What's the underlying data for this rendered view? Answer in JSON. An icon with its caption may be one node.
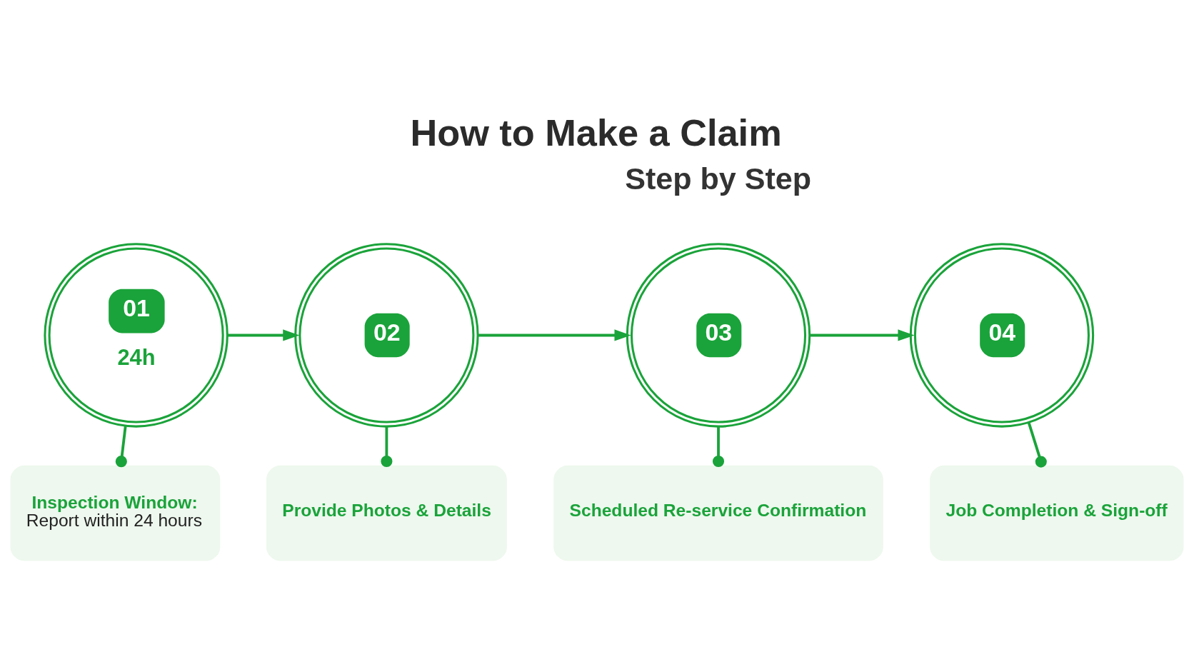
{
  "diagram": {
    "title": "How to Make a Claim",
    "nodes": [
      {
        "text": [
          "01",
          "24h"
        ]
      },
      {
        "text": [
          "02"
        ]
      },
      {
        "text": [
          "03"
        ]
      },
      {
        "text": [
          "04"
        ]
      },
      {
        "text": [
          "Inspection Window:",
          "Report within 24 hours"
        ]
      },
      {
        "text": [
          "Provide Photos & Details"
        ]
      },
      {
        "text": [
          "Scheduled Re-service Confirmation"
        ]
      },
      {
        "text": [
          "Job Completion & Sign-off"
        ]
      }
    ],
    "edges": [
      {
        "from": 0,
        "to": 1,
        "arrow": "to"
      },
      {
        "from": 1,
        "to": 2,
        "arrow": "to"
      },
      {
        "from": 2,
        "to": 3,
        "arrow": "to"
      },
      {
        "from": 0,
        "to": 4,
        "arrow": "other"
      },
      {
        "from": 1,
        "to": 5,
        "arrow": "other"
      },
      {
        "from": 2,
        "to": 6,
        "arrow": "other"
      },
      {
        "from": 3,
        "to": 7,
        "arrow": "other"
      }
    ],
    "labels": [
      "Step by Step"
    ]
  }
}
